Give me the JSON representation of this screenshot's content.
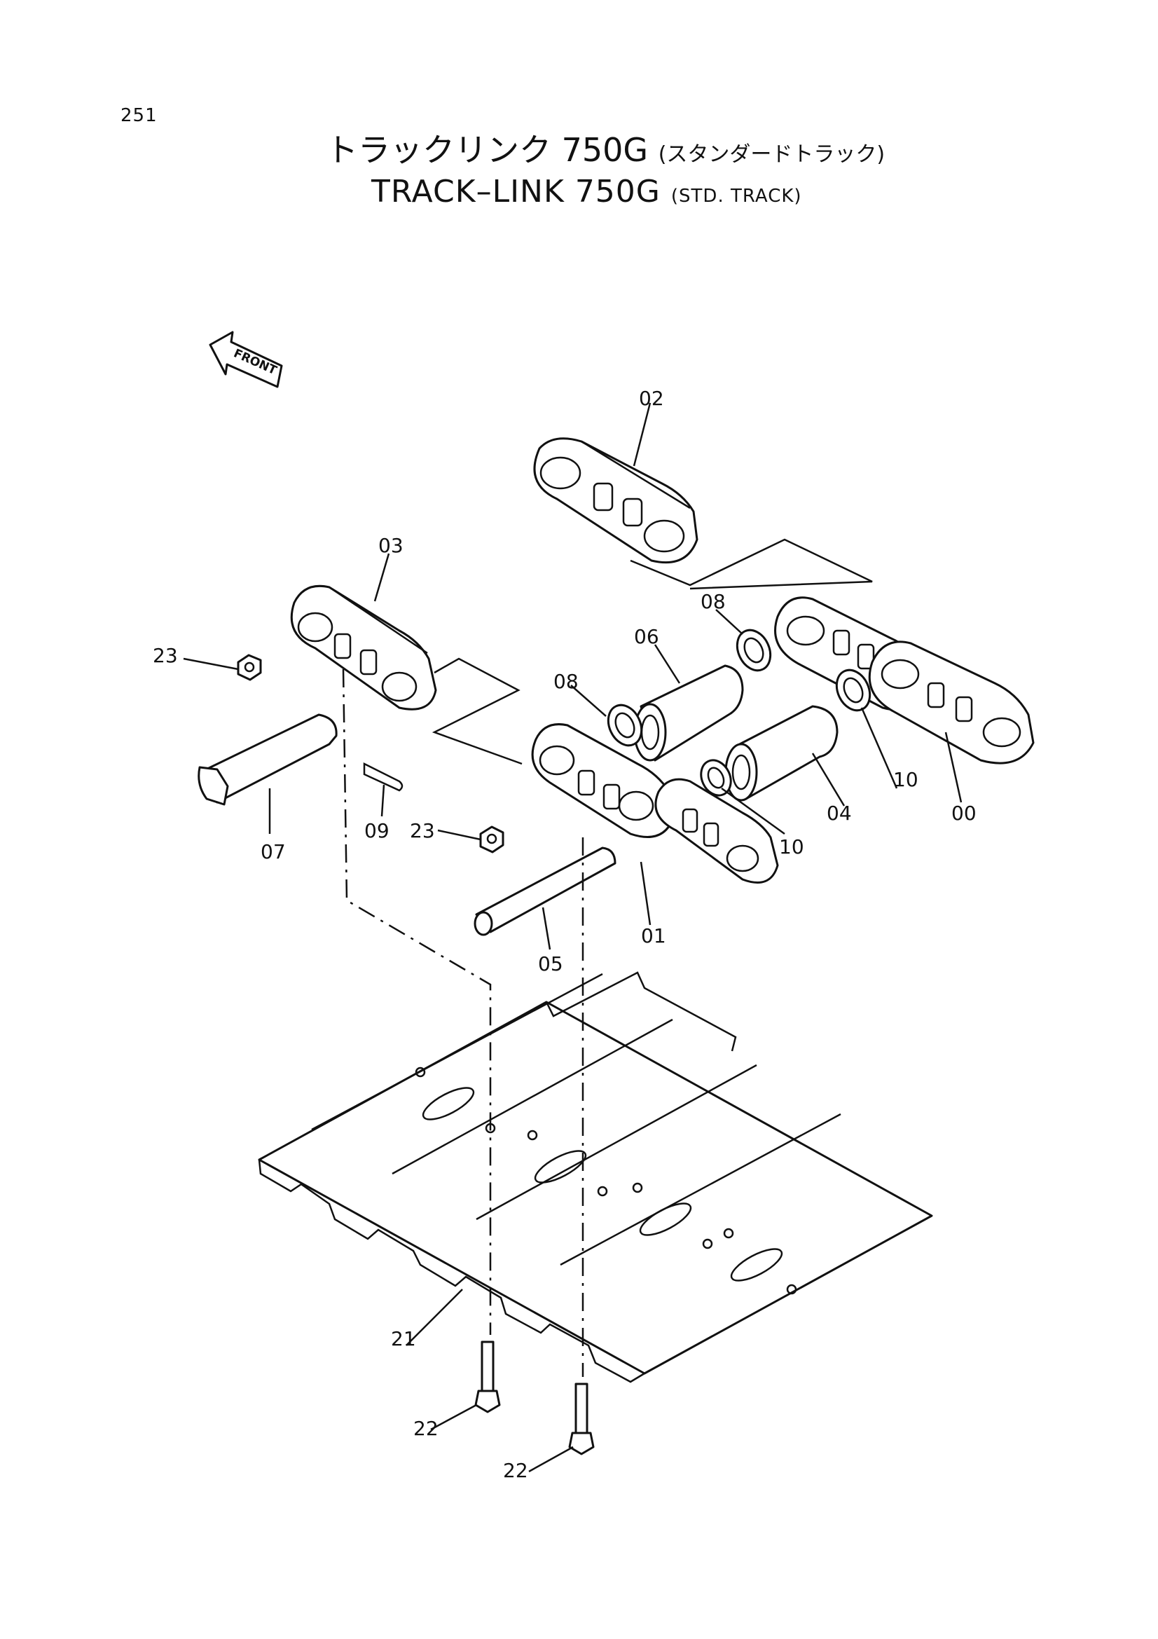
{
  "page_number": "251",
  "title": {
    "japanese_main": "トラックリンク 750G",
    "japanese_sub": "(スタンダードトラック)",
    "english_main": "TRACK–LINK 750G",
    "english_sub": "(STD. TRACK)"
  },
  "front_arrow_label": "FRONT",
  "part_labels": {
    "p00": "00",
    "p01": "01",
    "p02": "02",
    "p03": "03",
    "p04": "04",
    "p05": "05",
    "p06": "06",
    "p07": "07",
    "p08a": "08",
    "p08b": "08",
    "p09": "09",
    "p10a": "10",
    "p10b": "10",
    "p21": "21",
    "p22a": "22",
    "p22b": "22",
    "p23a": "23",
    "p23b": "23"
  }
}
